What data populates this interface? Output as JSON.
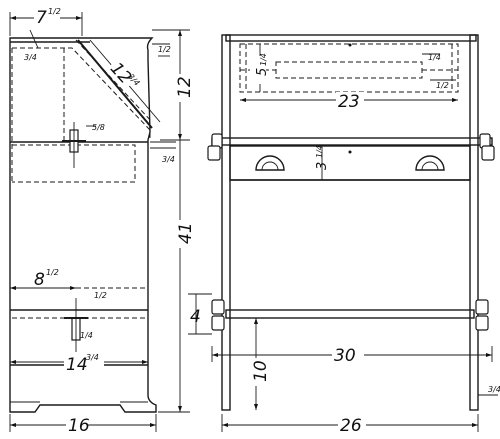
{
  "dimensions": {
    "top_width": "7",
    "top_width_frac": "1/2",
    "slant_length": "12",
    "slant_length_frac": "3/4",
    "slant_gap": "1/2",
    "top_height": "12",
    "hinge_size": "5/8",
    "bar_gap": "3/4",
    "corner_small": "3/4",
    "overall_height": "41",
    "lower_depth": "8",
    "lower_depth_frac": "1/2",
    "lower_small": "1/2",
    "lower_small_b": "1/4",
    "base_depth": "14",
    "base_depth_frac": "3/4",
    "side_width": "16",
    "drawer_height": "5",
    "drawer_height_frac": "1/4",
    "drawer_right_top": "1/4",
    "drawer_right_bottom": "1/2",
    "drawer_width": "23",
    "handle_height": "3",
    "handle_height_frac": "1/4",
    "shelf_gap": "4",
    "rail_length": "30",
    "leg_height": "10",
    "right_small": "3/4",
    "front_width": "26"
  }
}
